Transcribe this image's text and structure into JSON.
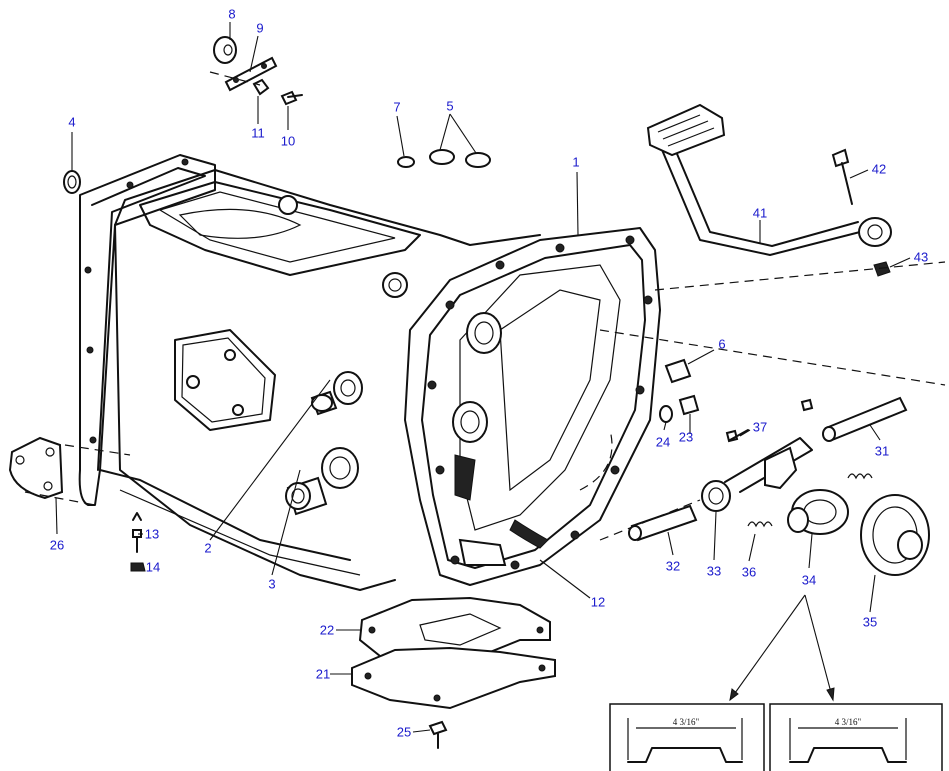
{
  "colors": {
    "callout": "#1a1acc",
    "line": "#111111",
    "background": "#ffffff"
  },
  "callouts": {
    "c1": "1",
    "c2": "2",
    "c3": "3",
    "c4": "4",
    "c5": "5",
    "c6": "6",
    "c7": "7",
    "c8": "8",
    "c9": "9",
    "c10": "10",
    "c11": "11",
    "c12": "12",
    "c13": "13",
    "c14": "14",
    "c21": "21",
    "c22": "22",
    "c23": "23",
    "c24": "24",
    "c25": "25",
    "c26": "26",
    "c31": "31",
    "c32": "32",
    "c33": "33",
    "c34": "34",
    "c35": "35",
    "c36": "36",
    "c37": "37",
    "c41": "41",
    "c42": "42",
    "c43": "43"
  },
  "insets": {
    "left_dim": "4 3/16\"",
    "right_dim": "4 3/16\""
  }
}
